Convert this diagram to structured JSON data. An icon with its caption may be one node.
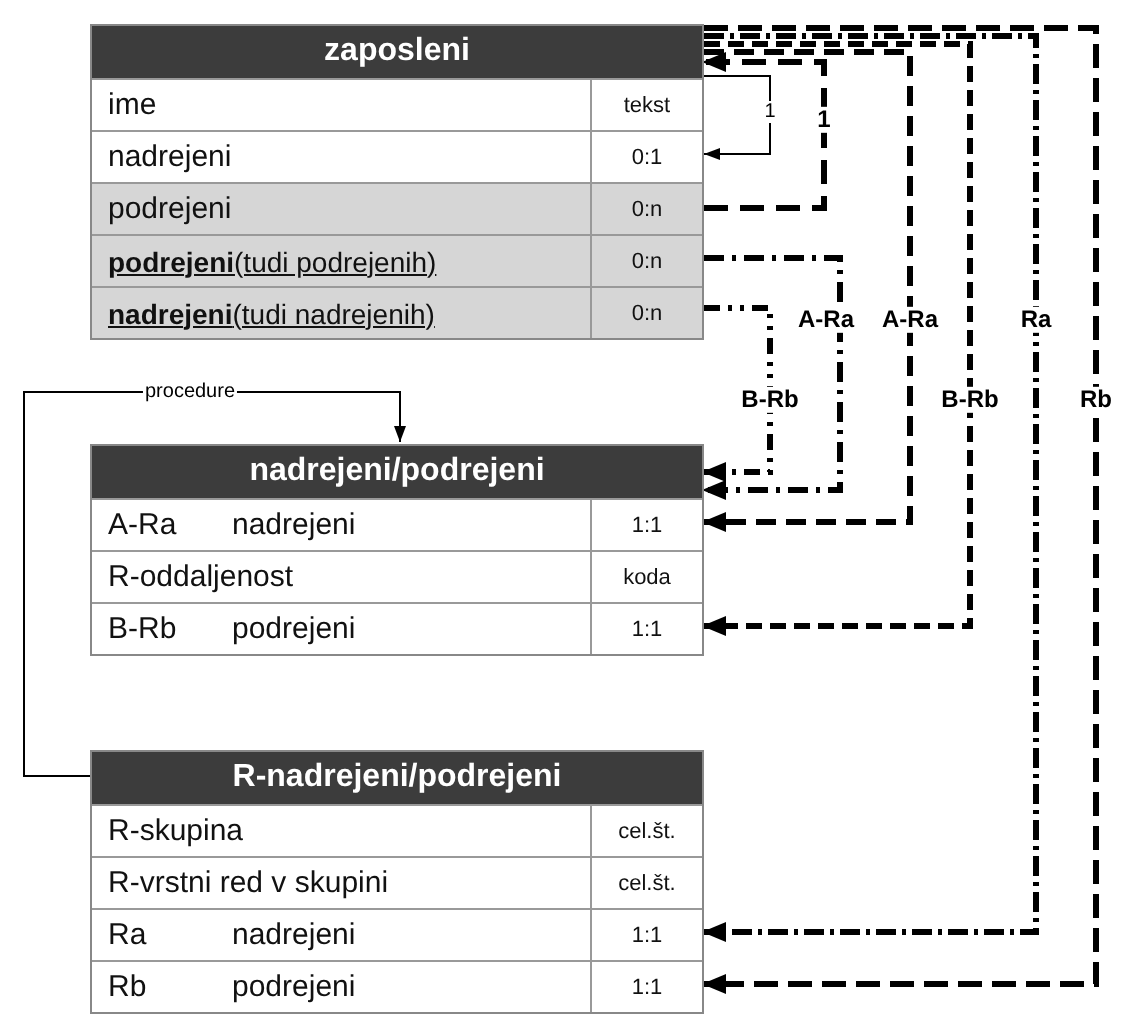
{
  "diagram": {
    "nodes": [
      {
        "text": [
          "zaposleni"
        ]
      },
      {
        "text": [
          "ime",
          "tekst"
        ],
        "in": 0
      },
      {
        "text": [
          "nadrejeni",
          "0:1"
        ],
        "in": 0
      },
      {
        "text": [
          "podrejeni",
          "0:n"
        ],
        "in": 0
      },
      {
        "text": [
          "**podrejeni**(tudi podrejenih)",
          "0:n"
        ],
        "in": 0
      },
      {
        "text": [
          "**nadrejeni**(tudi nadrejenih)",
          "0:n"
        ],
        "in": 0
      },
      {
        "text": [
          "nadrejeni/podrejeni"
        ]
      },
      {
        "text": [
          "A-Ra",
          "nadrejeni",
          "1:1"
        ],
        "in": 6
      },
      {
        "text": [
          "R-oddaljenost",
          "koda"
        ],
        "in": 6
      },
      {
        "text": [
          "B-Rb",
          "podrejeni",
          "1:1"
        ],
        "in": 6
      },
      {
        "text": [
          "R-nadrejeni/podrejeni"
        ]
      },
      {
        "text": [
          "R-skupina",
          "cel.št."
        ],
        "in": 10
      },
      {
        "text": [
          "R-vrstni red v skupini",
          "cel.št."
        ],
        "in": 10
      },
      {
        "text": [
          "Ra",
          "nadrejeni",
          "1:1"
        ],
        "in": 10
      },
      {
        "text": [
          "Rb",
          "podrejeni",
          "1:1"
        ],
        "in": 10
      }
    ],
    "edges": [
      {
        "from": 0,
        "to": 2,
        "arrow": "to",
        "label": "1"
      },
      {
        "from": 3,
        "to": 0,
        "arrow": "to",
        "label": "1",
        "style": "dashed"
      },
      {
        "from": 4,
        "to": 6,
        "arrow": "to",
        "label": "A-Ra",
        "style": "dashed"
      },
      {
        "from": 5,
        "to": 6,
        "arrow": "to",
        "label": "B-Rb",
        "style": "dashed"
      },
      {
        "from": 0,
        "to": 7,
        "arrow": "to",
        "label": "A-Ra",
        "style": "dashed"
      },
      {
        "from": 0,
        "to": 9,
        "arrow": "to",
        "label": "B-Rb",
        "style": "dashed"
      },
      {
        "from": 0,
        "to": 13,
        "arrow": "to",
        "label": "Ra",
        "style": "dashed"
      },
      {
        "from": 0,
        "to": 14,
        "arrow": "to",
        "label": "Rb",
        "style": "dashed"
      },
      {
        "from": 10,
        "to": 6,
        "arrow": "to",
        "label": "procedure"
      }
    ]
  }
}
